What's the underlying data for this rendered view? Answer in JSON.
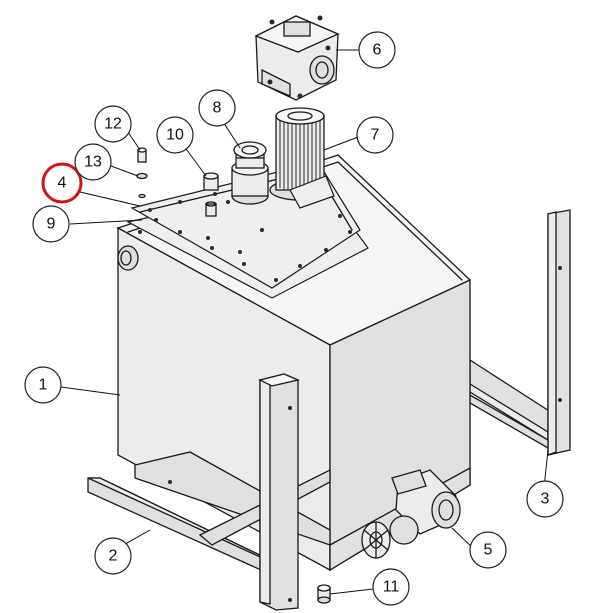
{
  "diagram": {
    "callouts": [
      {
        "id": "1",
        "label": "1"
      },
      {
        "id": "2",
        "label": "2"
      },
      {
        "id": "3",
        "label": "3"
      },
      {
        "id": "4",
        "label": "4",
        "highlighted": true
      },
      {
        "id": "5",
        "label": "5"
      },
      {
        "id": "6",
        "label": "6"
      },
      {
        "id": "7",
        "label": "7"
      },
      {
        "id": "8",
        "label": "8"
      },
      {
        "id": "9",
        "label": "9"
      },
      {
        "id": "10",
        "label": "10"
      },
      {
        "id": "11",
        "label": "11"
      },
      {
        "id": "12",
        "label": "12"
      },
      {
        "id": "13",
        "label": "13"
      }
    ],
    "colors": {
      "highlight": "#d0141a",
      "line": "#1a1a1a",
      "background": "#ffffff"
    }
  }
}
